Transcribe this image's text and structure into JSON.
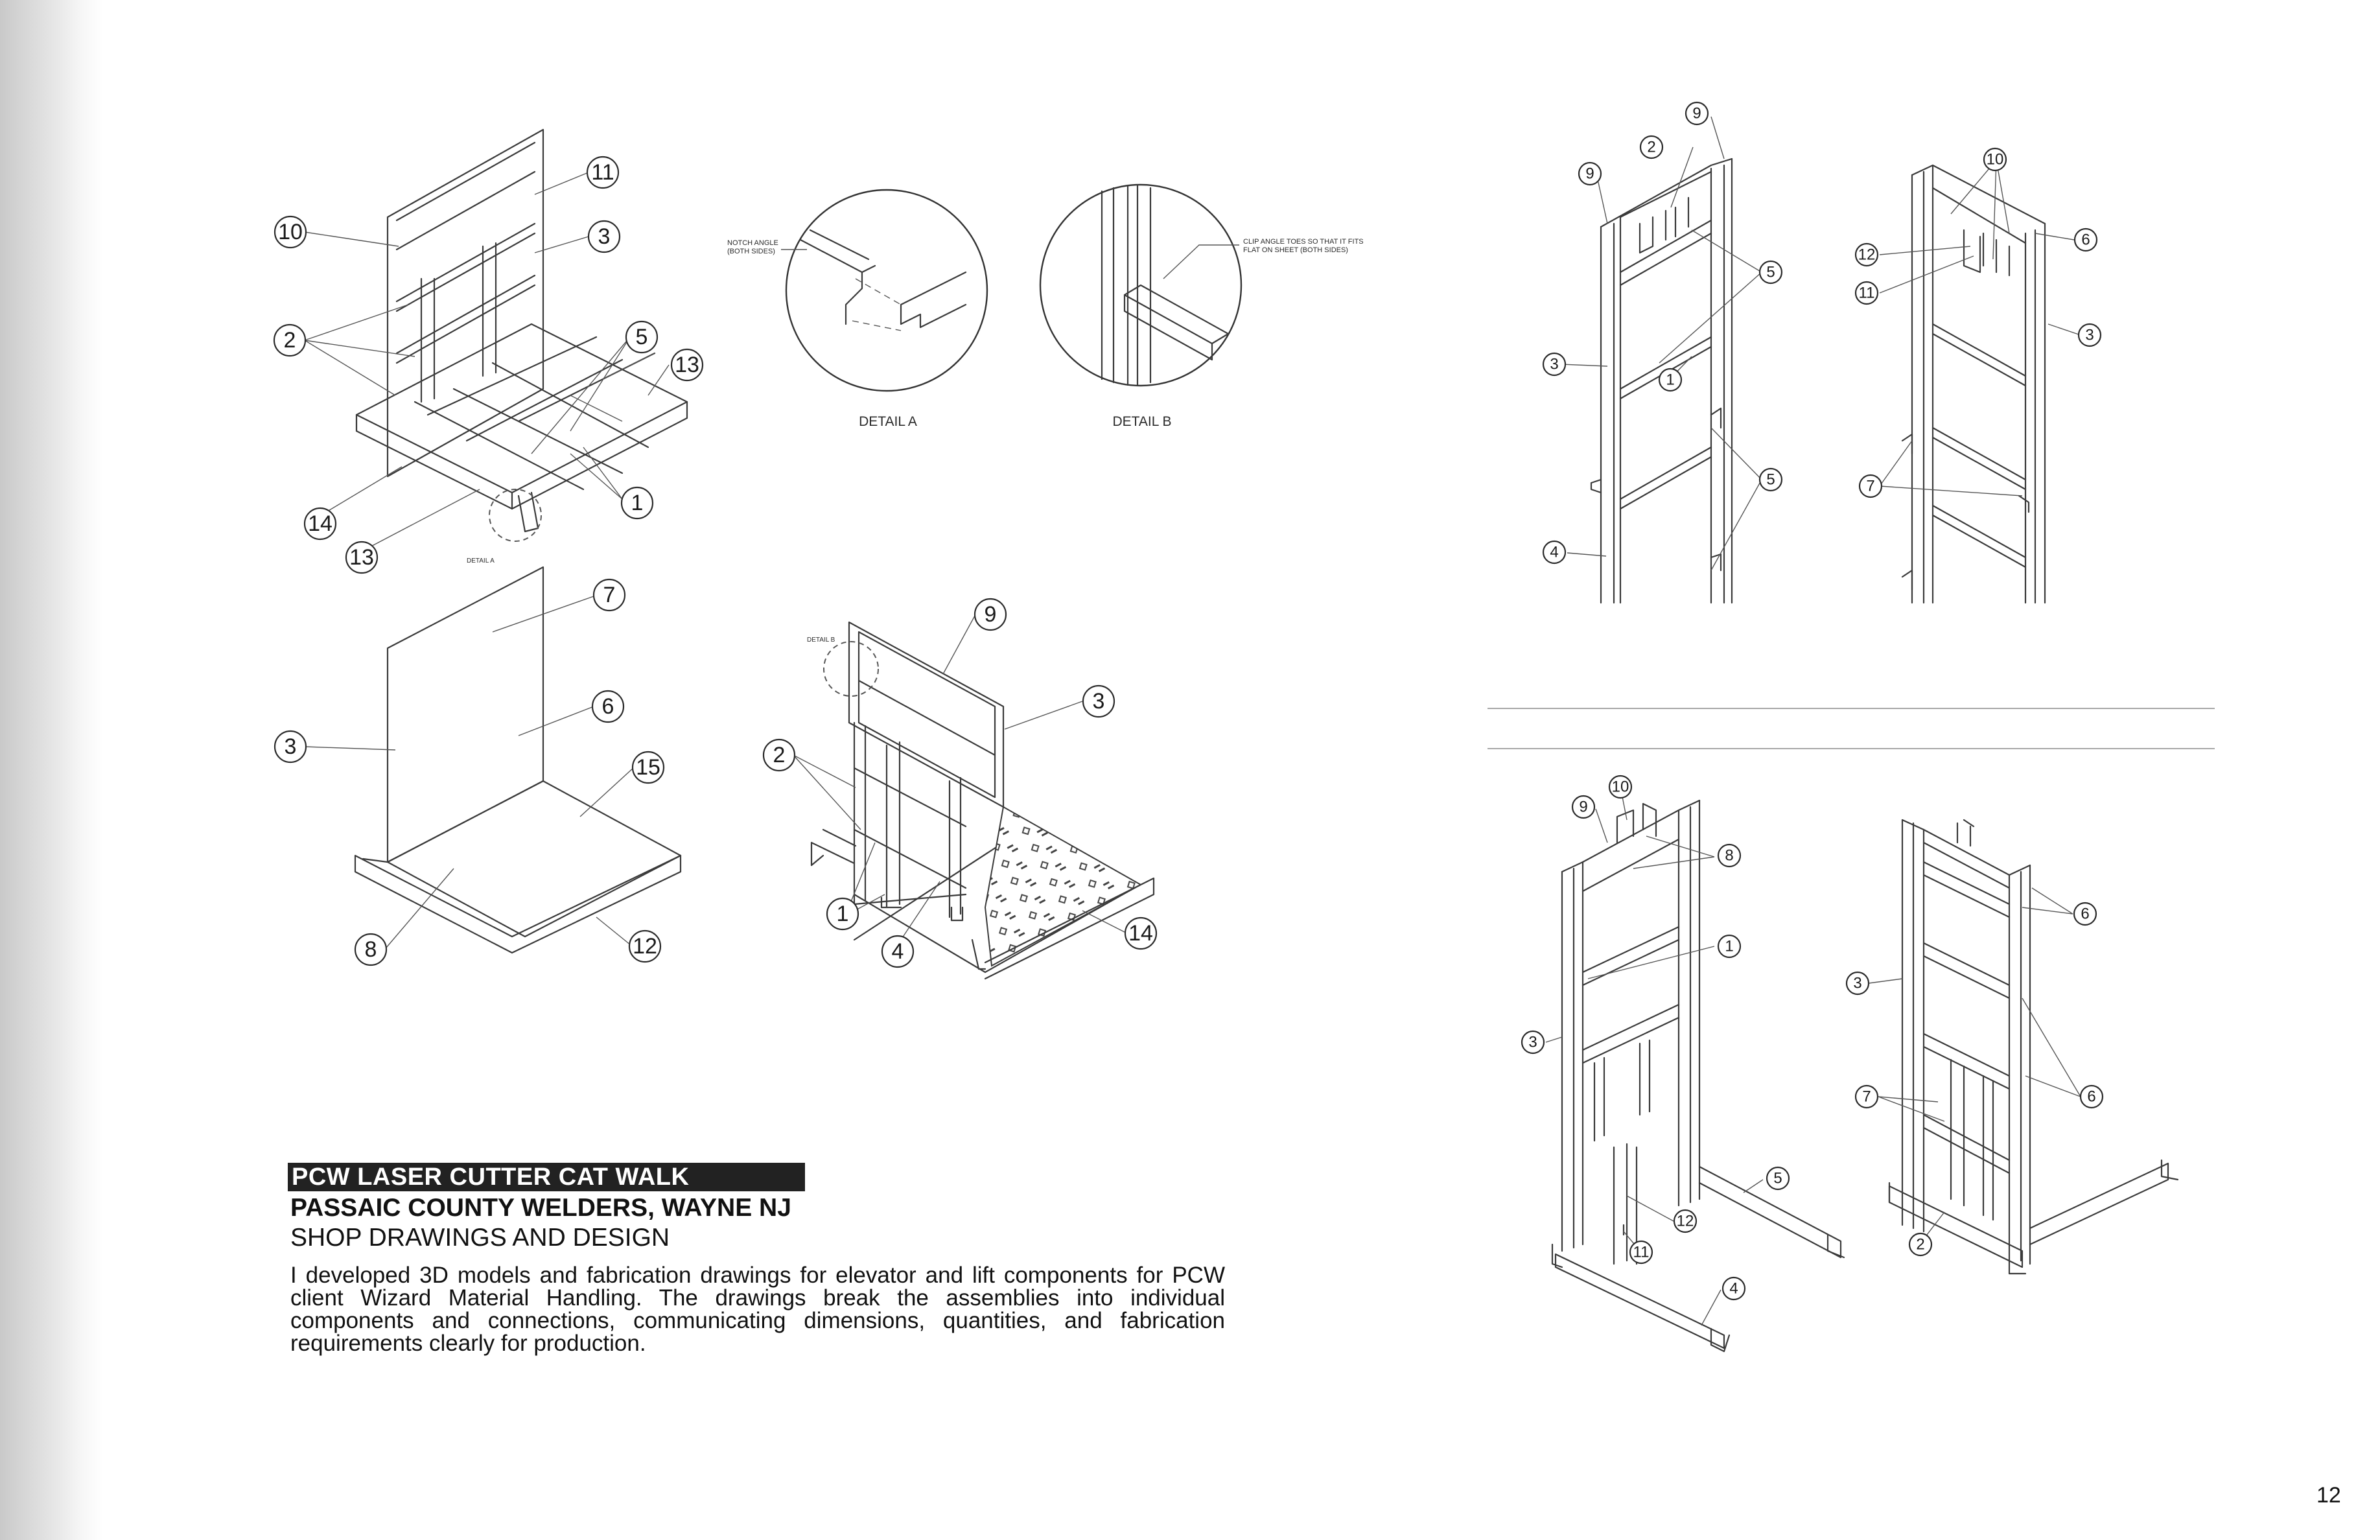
{
  "project": {
    "title": "PCW LASER CUTTER CAT WALK",
    "client": "PASSAIC COUNTY WELDERS, WAYNE NJ",
    "subtitle": "SHOP DRAWINGS AND DESIGN",
    "description": "I developed 3D models and fabrication drawings for elevator and lift components for PCW client Wizard Material Handling. The drawings break the assemblies into individual components and connections, communicating dimensions, quantities, and fabrication requirements clearly for production."
  },
  "page_number": "12",
  "details": {
    "detail_a": {
      "label": "DETAIL A",
      "note_line1": "NOTCH ANGLE",
      "note_line2": "(BOTH SIDES)"
    },
    "detail_b": {
      "label": "DETAIL B",
      "note_line1": "CLIP ANGLE TOES SO THAT IT FITS",
      "note_line2": "FLAT ON SHEET (BOTH SIDES)"
    },
    "callout_a": "DETAIL A",
    "callout_b": "DETAIL B"
  },
  "balloons": {
    "catwalk_frame": [
      "11",
      "10",
      "3",
      "2",
      "5",
      "13",
      "1",
      "14",
      "13"
    ],
    "panel_assembly": [
      "7",
      "6",
      "3",
      "15",
      "8",
      "12"
    ],
    "end_frame": [
      "9",
      "3",
      "2",
      "1",
      "4",
      "14"
    ],
    "lift_front": [
      "9",
      "2",
      "9",
      "5",
      "3",
      "1",
      "5",
      "4"
    ],
    "lift_rear": [
      "10",
      "12",
      "6",
      "11",
      "3",
      "7"
    ],
    "tower_a": [
      "10",
      "9",
      "8",
      "1",
      "3",
      "5",
      "12",
      "11",
      "4"
    ],
    "tower_b": [
      "6",
      "3",
      "6",
      "7",
      "2"
    ]
  },
  "colors": {
    "title_bar": "#222222",
    "line_work": "#3a3a3a",
    "spine": "#c9c9c9"
  }
}
